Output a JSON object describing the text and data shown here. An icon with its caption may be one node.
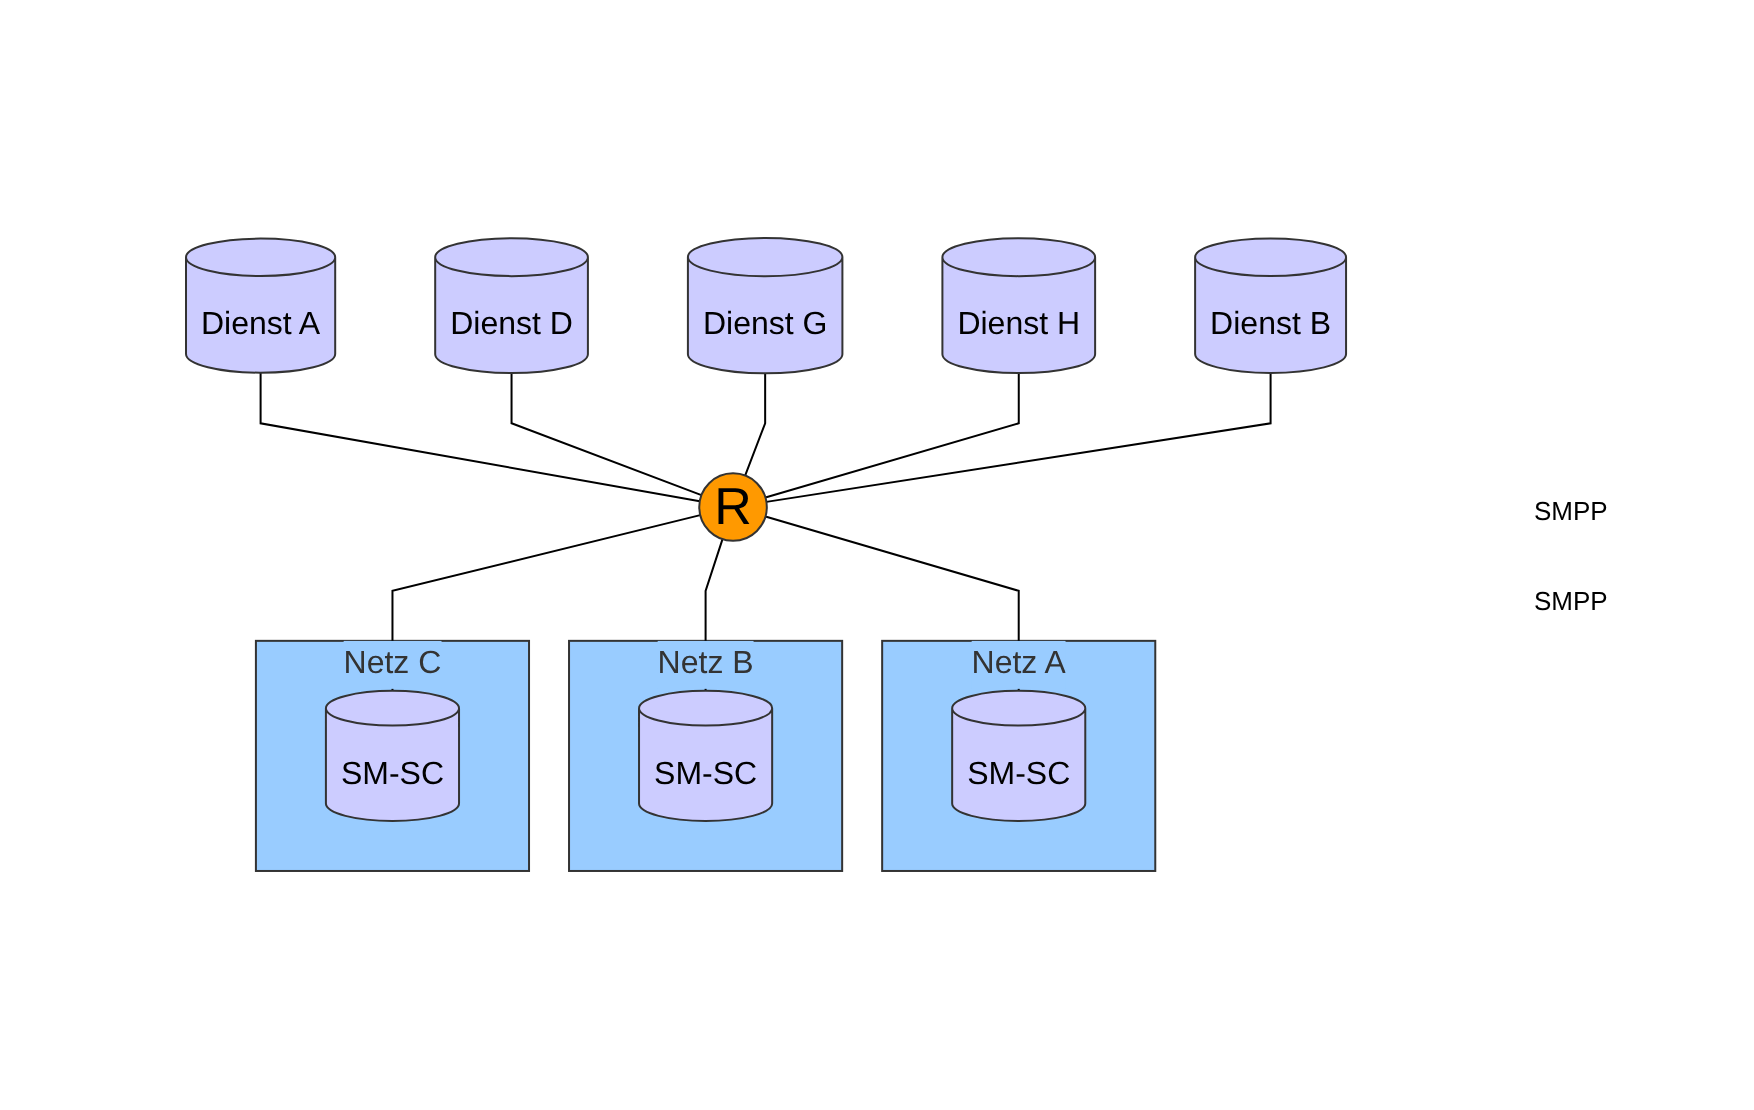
{
  "diagram": {
    "nodes": [
      {
        "text": [
          "Dienst A"
        ]
      },
      {
        "text": [
          "Dienst D"
        ]
      },
      {
        "text": [
          "Dienst G"
        ]
      },
      {
        "text": [
          "Dienst H"
        ]
      },
      {
        "text": [
          "Dienst B"
        ]
      },
      {
        "text": [
          "R"
        ]
      },
      {
        "text": [
          "Netz A"
        ]
      },
      {
        "text": [
          "SM-SC"
        ],
        "in": 6
      },
      {
        "text": [
          "Netz B"
        ]
      },
      {
        "text": [
          "SM-SC"
        ],
        "in": 8
      },
      {
        "text": [
          "Netz C"
        ]
      },
      {
        "text": [
          "SM-SC"
        ],
        "in": 10
      }
    ],
    "edges": [
      {
        "from": 0,
        "to": 5,
        "arrow": "none"
      },
      {
        "from": 1,
        "to": 5,
        "arrow": "none"
      },
      {
        "from": 2,
        "to": 5,
        "arrow": "none"
      },
      {
        "from": 3,
        "to": 5,
        "arrow": "none"
      },
      {
        "from": 4,
        "to": 5,
        "arrow": "none"
      },
      {
        "from": 5,
        "to": 7,
        "arrow": "none"
      },
      {
        "from": 5,
        "to": 9,
        "arrow": "none"
      },
      {
        "from": 5,
        "to": 11,
        "arrow": "none"
      }
    ],
    "labels": [
      "SMPP",
      "SMPP"
    ]
  }
}
